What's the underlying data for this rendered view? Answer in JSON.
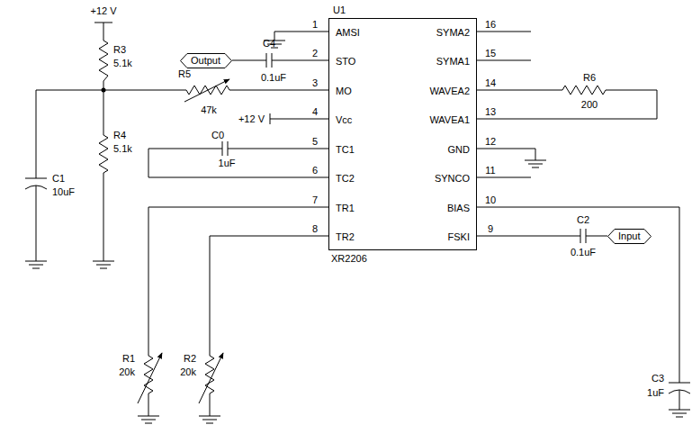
{
  "diagram": {
    "nodes": [
      {
        "text": [
          "Output"
        ]
      },
      {
        "text": [
          "U1",
          "AMSI",
          "STO",
          "MO",
          "Vcc",
          "TC1",
          "TC2",
          "TR1",
          "TR2",
          "SYMA2",
          "SYMA1",
          "WAVEA2",
          "WAVEA1",
          "GND",
          "SYNCO",
          "BIAS",
          "FSKI",
          "XR2206"
        ]
      },
      {
        "text": [
          "Input"
        ]
      }
    ],
    "labels": [
      "+12 V",
      "R3",
      "5.1k",
      "R4",
      "5.1k",
      "C1",
      "10uF",
      "C4",
      "0.1uF",
      "R5",
      "47k",
      "+12 V",
      "C0",
      "1uF",
      "R1",
      "20k",
      "R2",
      "20k",
      "R6",
      "200",
      "C2",
      "0.1uF",
      "C3",
      "1uF",
      "1",
      "2",
      "3",
      "4",
      "5",
      "6",
      "7",
      "8",
      "9",
      "10",
      "11",
      "12",
      "13",
      "14",
      "15",
      "16"
    ]
  }
}
